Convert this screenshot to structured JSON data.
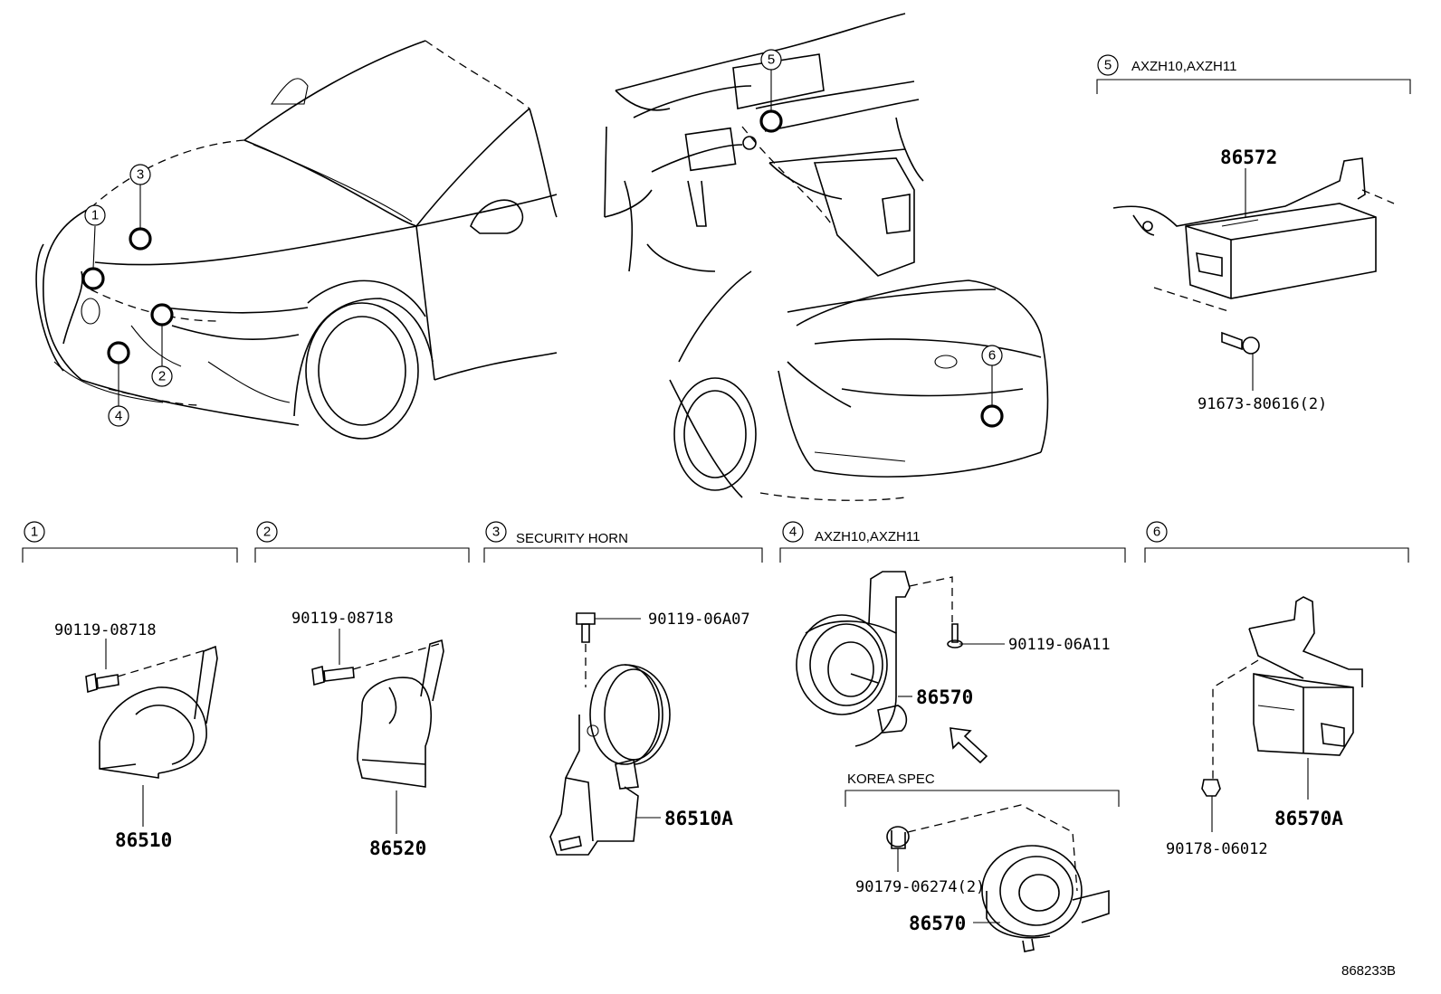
{
  "callouts": {
    "c1": "1",
    "c2": "2",
    "c3": "3",
    "c4": "4",
    "c5": "5",
    "c6": "6"
  },
  "sections": {
    "s1": {
      "num": "1",
      "caption": ""
    },
    "s2": {
      "num": "2",
      "caption": ""
    },
    "s3": {
      "num": "3",
      "caption": "SECURITY HORN"
    },
    "s4": {
      "num": "4",
      "caption": "AXZH10,AXZH11"
    },
    "s5": {
      "num": "5",
      "caption": "AXZH10,AXZH11"
    },
    "s6": {
      "num": "6",
      "caption": ""
    },
    "korea": {
      "caption": "KOREA SPEC"
    }
  },
  "parts": {
    "p86572": "86572",
    "p91673": "91673-80616(2)",
    "p90119_08718_a": "90119-08718",
    "p86510": "86510",
    "p90119_08718_b": "90119-08718",
    "p86520": "86520",
    "p90119_06a07": "90119-06A07",
    "p86510a": "86510A",
    "p90119_06a11": "90119-06A11",
    "p86570": "86570",
    "p90179_06274": "90179-06274(2)",
    "p86570_korea": "86570",
    "p90178_06012": "90178-06012",
    "p86570a": "86570A"
  },
  "diagram_ref": "868233B"
}
